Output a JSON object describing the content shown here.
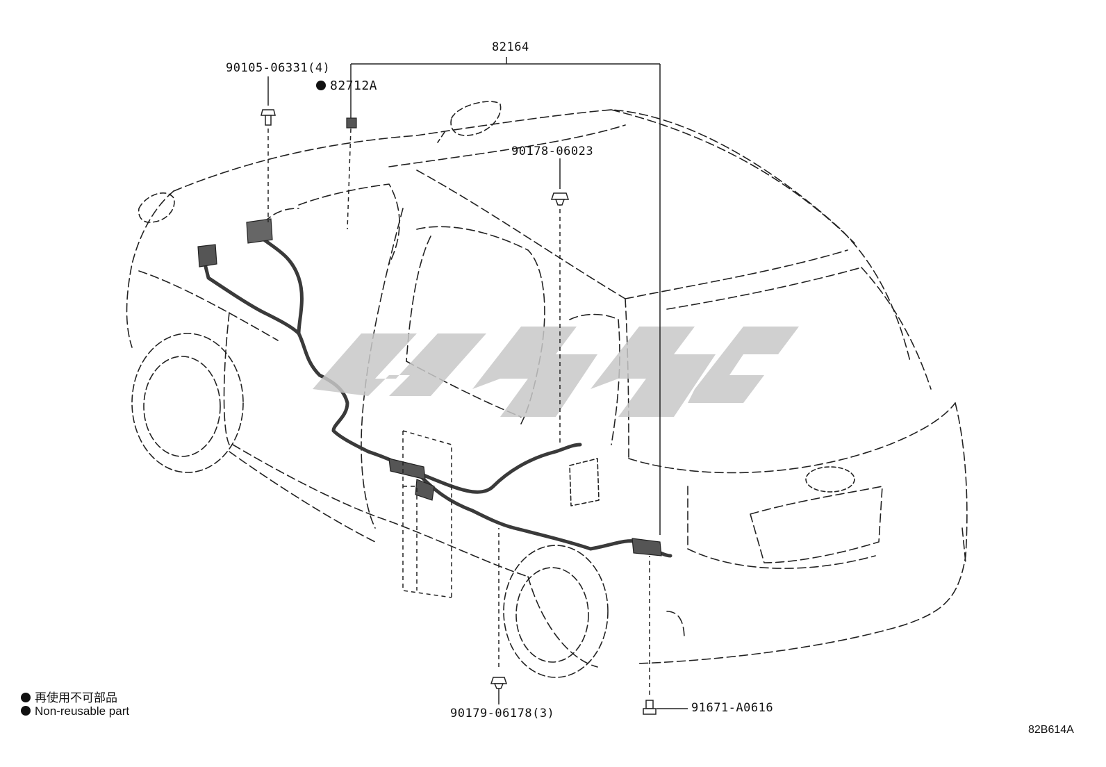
{
  "parts": {
    "harness_main": "82164",
    "bolt_front": "90105-06331(4)",
    "connector": "82712A",
    "clamp_roof": "90178-06023",
    "clamp_floor": "90179-06178(3)",
    "bolt_rear": "91671-A0616"
  },
  "legend": {
    "line_jp": "再使用不可部品",
    "line_en": "Non-reusable part"
  },
  "diagram_code": "82B614A",
  "colors": {
    "line": "#222222",
    "harness": "#3a3a3a",
    "watermark": "#c8c8c8"
  }
}
